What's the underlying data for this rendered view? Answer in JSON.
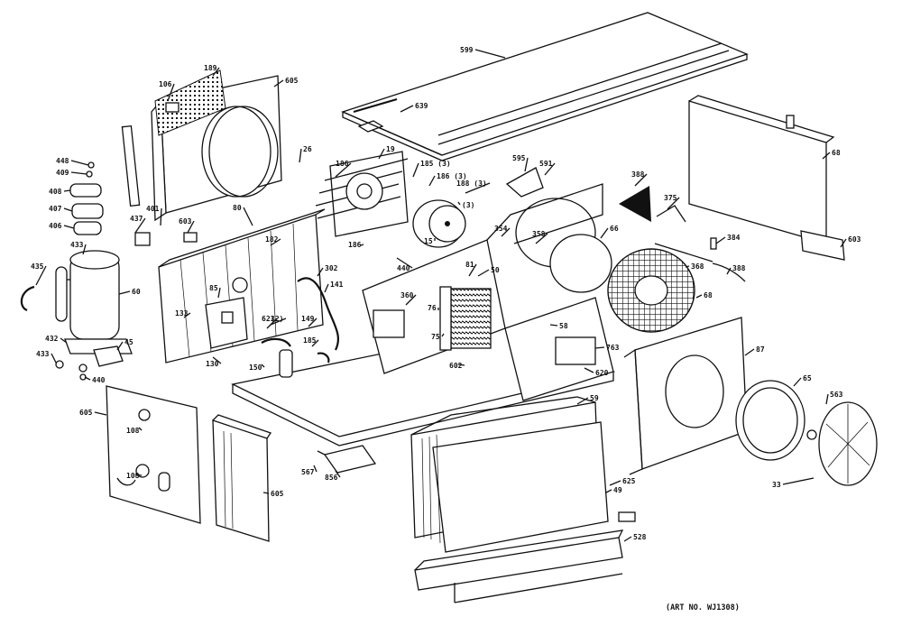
{
  "diagram": {
    "art_number": "(ART NO. WJ1308)",
    "callouts": [
      {
        "id": "top-cover",
        "text": "599"
      },
      {
        "id": "top-cover-screw",
        "text": "639"
      },
      {
        "id": "grille-mesh",
        "text": "189"
      },
      {
        "id": "grille-top",
        "text": "106"
      },
      {
        "id": "grille-front",
        "text": "605"
      },
      {
        "id": "side-panel",
        "text": "68"
      },
      {
        "id": "side-bracket",
        "text": "603"
      },
      {
        "id": "left-comp-part-a",
        "text": "448"
      },
      {
        "id": "left-comp-part-b",
        "text": "409"
      },
      {
        "id": "left-comp-part-c",
        "text": "408"
      },
      {
        "id": "left-comp-part-d",
        "text": "407"
      },
      {
        "id": "left-comp-part-e",
        "text": "406"
      },
      {
        "id": "compressor-bolt",
        "text": "433"
      },
      {
        "id": "compressor",
        "text": "60"
      },
      {
        "id": "compressor-tube",
        "text": "435"
      },
      {
        "id": "base-mount",
        "text": "432"
      },
      {
        "id": "base-foot",
        "text": "433"
      },
      {
        "id": "base-grommet",
        "text": "440"
      },
      {
        "id": "comp-bracket",
        "text": "45"
      },
      {
        "id": "left-coil-bracket",
        "text": "437"
      },
      {
        "id": "coil-support",
        "text": "401"
      },
      {
        "id": "condenser",
        "text": "80"
      },
      {
        "id": "fan-motor-mount",
        "text": "603"
      },
      {
        "id": "condenser-fan",
        "text": "182"
      },
      {
        "id": "cap-tube",
        "text": "26"
      },
      {
        "id": "fan-shroud",
        "text": "19"
      },
      {
        "id": "louver",
        "text": "186"
      },
      {
        "id": "screw-a",
        "text": "185 (3)"
      },
      {
        "id": "screw-b",
        "text": "186 (3)"
      },
      {
        "id": "screw-c",
        "text": "188 (3)"
      },
      {
        "id": "screw-d",
        "text": "(3)"
      },
      {
        "id": "motor",
        "text": "15"
      },
      {
        "id": "gasket",
        "text": "186"
      },
      {
        "id": "clip",
        "text": "440"
      },
      {
        "id": "bracket-595",
        "text": "595"
      },
      {
        "id": "bracket-591",
        "text": "591"
      },
      {
        "id": "terminal-a",
        "text": "354"
      },
      {
        "id": "terminal-b",
        "text": "358"
      },
      {
        "id": "capacitor",
        "text": "66"
      },
      {
        "id": "blower-wheel",
        "text": "68"
      },
      {
        "id": "filter-thermostat",
        "text": "388"
      },
      {
        "id": "thermostat",
        "text": "375"
      },
      {
        "id": "sensor",
        "text": "384"
      },
      {
        "id": "cord",
        "text": "388"
      },
      {
        "id": "wire",
        "text": "368"
      },
      {
        "id": "blower-housing",
        "text": "68"
      },
      {
        "id": "partition",
        "text": "360"
      },
      {
        "id": "evaporator-ctrl",
        "text": "50"
      },
      {
        "id": "heater-a",
        "text": "58"
      },
      {
        "id": "heater-b",
        "text": "81"
      },
      {
        "id": "heater-element",
        "text": "75"
      },
      {
        "id": "heater-bracket",
        "text": "76"
      },
      {
        "id": "overload",
        "text": "763"
      },
      {
        "id": "base-pan-part",
        "text": "620"
      },
      {
        "id": "tube-a",
        "text": "302"
      },
      {
        "id": "tube-b",
        "text": "141"
      },
      {
        "id": "valve",
        "text": "185"
      },
      {
        "id": "tube-c",
        "text": "149"
      },
      {
        "id": "drain",
        "text": "150"
      },
      {
        "id": "filter-drier",
        "text": "602"
      },
      {
        "id": "capacitor-fan",
        "text": "623"
      },
      {
        "id": "switch-a",
        "text": "85"
      },
      {
        "id": "switch-b",
        "text": "130"
      },
      {
        "id": "relay",
        "text": "133"
      },
      {
        "id": "wire-harness",
        "text": "(2)"
      },
      {
        "id": "control-panel",
        "text": "605"
      },
      {
        "id": "knob-a",
        "text": "108"
      },
      {
        "id": "knob-b",
        "text": "108"
      },
      {
        "id": "control-bracket",
        "text": "605"
      },
      {
        "id": "drain-pan-a",
        "text": "567"
      },
      {
        "id": "drain-pan-b",
        "text": "856"
      },
      {
        "id": "evaporator",
        "text": "59"
      },
      {
        "id": "front-panel-part",
        "text": "625"
      },
      {
        "id": "screw-front",
        "text": "49"
      },
      {
        "id": "base-front",
        "text": "528"
      },
      {
        "id": "blower-panel",
        "text": "87"
      },
      {
        "id": "orifice-ring",
        "text": "65"
      },
      {
        "id": "fan-bolt",
        "text": "563"
      },
      {
        "id": "fan-blade",
        "text": "33"
      }
    ]
  }
}
